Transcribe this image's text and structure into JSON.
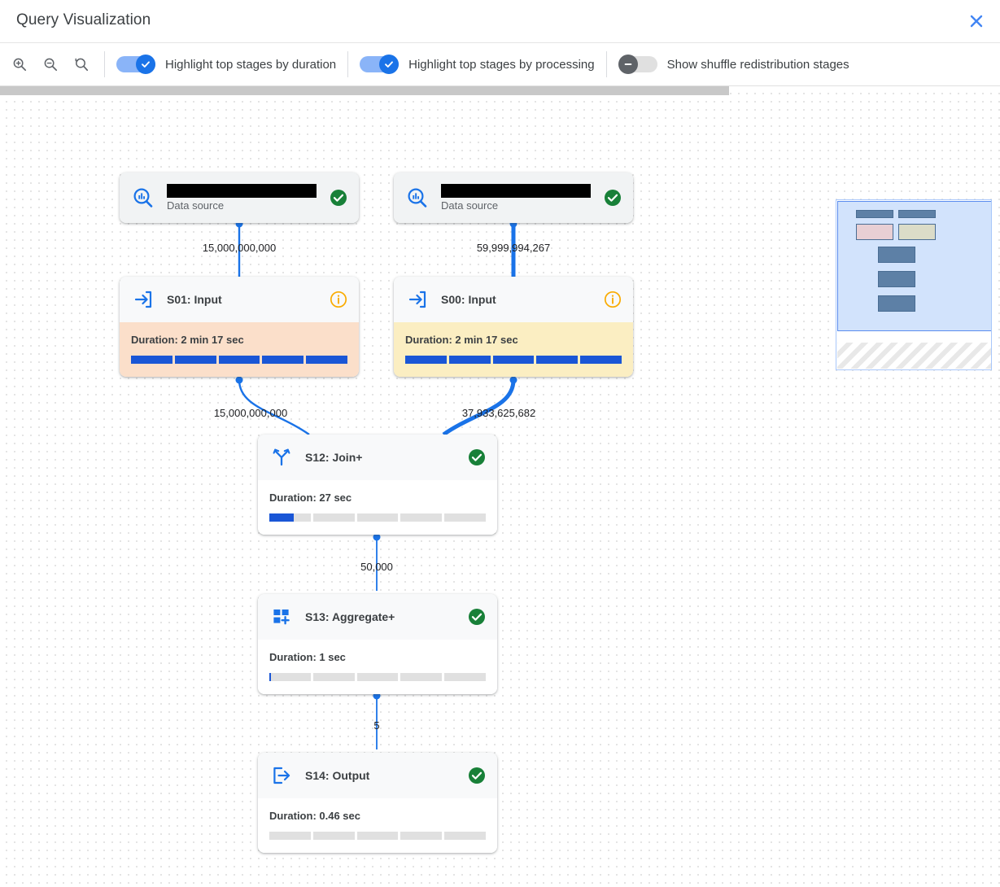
{
  "header": {
    "title": "Query Visualization",
    "close_icon": "close-icon"
  },
  "toolbar": {
    "zoom_in_icon": "zoom-in-icon",
    "zoom_out_icon": "zoom-out-icon",
    "zoom_reset_icon": "zoom-reset-icon",
    "toggles": [
      {
        "label": "Highlight top stages by duration",
        "state": "on"
      },
      {
        "label": "Highlight top stages by processing",
        "state": "on"
      },
      {
        "label": "Show shuffle redistribution stages",
        "state": "off"
      }
    ]
  },
  "colors": {
    "accent_blue": "#1a73e8",
    "bar_blue": "#1a56d6",
    "status_green": "#188038",
    "status_warn_orange": "#f9ab00",
    "highlight_orange": "#fbdfca",
    "highlight_yellow": "#fbeec2"
  },
  "graph": {
    "nodes": [
      {
        "id": "ds-left",
        "kind": "data-source",
        "title_redacted": true,
        "subtitle": "Data source",
        "icon": "query-source-icon",
        "status": "success"
      },
      {
        "id": "ds-right",
        "kind": "data-source",
        "title_redacted": true,
        "subtitle": "Data source",
        "icon": "query-source-icon",
        "status": "success"
      },
      {
        "id": "s01",
        "kind": "stage",
        "title": "S01: Input",
        "icon": "input-arrow-icon",
        "status": "info",
        "duration_label": "Duration: 2 min 17 sec",
        "highlight": "orange",
        "progress_segments": [
          100,
          100,
          100,
          100,
          100
        ]
      },
      {
        "id": "s00",
        "kind": "stage",
        "title": "S00: Input",
        "icon": "input-arrow-icon",
        "status": "info",
        "duration_label": "Duration: 2 min 17 sec",
        "highlight": "yellow",
        "progress_segments": [
          100,
          100,
          100,
          100,
          100
        ]
      },
      {
        "id": "s12",
        "kind": "stage",
        "title": "S12: Join+",
        "icon": "join-icon",
        "status": "success",
        "duration_label": "Duration: 27 sec",
        "highlight": "none",
        "progress_segments": [
          59,
          0,
          0,
          0,
          0
        ]
      },
      {
        "id": "s13",
        "kind": "stage",
        "title": "S13: Aggregate+",
        "icon": "aggregate-icon",
        "status": "success",
        "duration_label": "Duration: 1 sec",
        "highlight": "none",
        "progress_segments": [
          4,
          0,
          0,
          0,
          0
        ]
      },
      {
        "id": "s14",
        "kind": "stage",
        "title": "S14: Output",
        "icon": "output-arrow-icon",
        "status": "success",
        "duration_label": "Duration: 0.46 sec",
        "highlight": "none",
        "progress_segments": [
          0,
          0,
          0,
          0,
          0
        ]
      }
    ],
    "edges": [
      {
        "from": "ds-left",
        "to": "s01",
        "label": "15,000,000,000"
      },
      {
        "from": "ds-right",
        "to": "s00",
        "label": "59,999,994,267"
      },
      {
        "from": "s01",
        "to": "s12",
        "label": "15,000,000,000"
      },
      {
        "from": "s00",
        "to": "s12",
        "label": "37,933,625,682"
      },
      {
        "from": "s12",
        "to": "s13",
        "label": "50,000"
      },
      {
        "from": "s13",
        "to": "s14",
        "label": "5"
      }
    ]
  },
  "minimap": {
    "label": "minimap"
  }
}
